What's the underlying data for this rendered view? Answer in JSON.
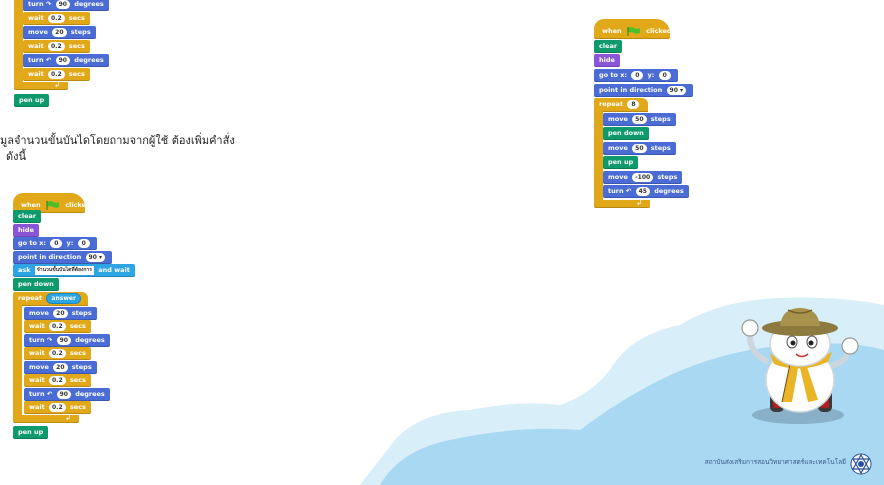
{
  "labels": {
    "when": "when",
    "clicked": "clicked",
    "clear": "clear",
    "hide": "hide",
    "go_to_x": "go to x:",
    "y": "y:",
    "point_in_direction": "point in direction",
    "ask": "ask",
    "and_wait": "and wait",
    "pen_down": "pen down",
    "pen_up": "pen up",
    "repeat": "repeat",
    "answer": "answer",
    "move": "move",
    "steps": "steps",
    "wait": "wait",
    "secs": "secs",
    "turn": "turn",
    "degrees": "degrees"
  },
  "values": {
    "zero": "0",
    "direction": "90 ▾",
    "ask_text": "จำนวนขั้นบันไดที่ต้องการ",
    "move_20": "20",
    "wait_02": "0.2",
    "turn_90": "90",
    "repeat_8": "8",
    "move_50": "50",
    "move_neg100": "-100",
    "turn_45": "45"
  },
  "text": {
    "line1": "มูลจำนวนขั้นบันไดโดยถามจากผู้ใช้ ต้องเพิ่มคำสั่ง",
    "line2": "ดังนี้",
    "footer": "สถาบันส่งเสริมการสอนวิทยาศาสตร์และเทคโนโลยี"
  },
  "colors": {
    "motion": "#4a6cd4",
    "control": "#e1a91a",
    "pen": "#0e9a6c",
    "looks": "#8a55d7",
    "sensing": "#2ca5e2",
    "cloud_light": "#cfe8f7",
    "cloud_dark": "#8fcbee"
  },
  "icons": [
    "green-flag-icon",
    "turn-right-icon",
    "turn-left-icon",
    "ipst-logo-icon",
    "robot-mascot"
  ]
}
